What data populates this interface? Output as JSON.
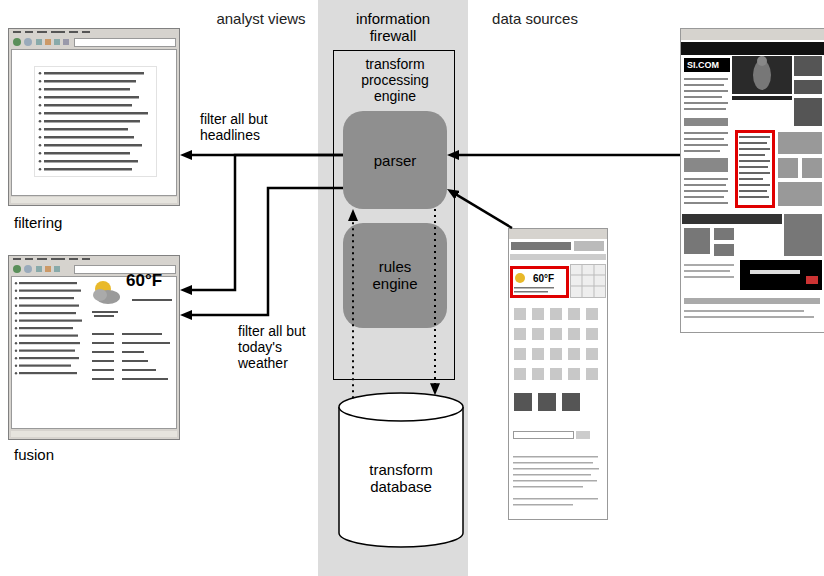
{
  "diagram": {
    "nodes": [
      {
        "text": [
          "information firewall"
        ]
      },
      {
        "text": [
          "transform processing engine"
        ],
        "in": 0
      },
      {
        "text": [
          "parser"
        ],
        "in": 1
      },
      {
        "text": [
          "rules engine"
        ],
        "in": 1
      },
      {
        "text": [
          "transform database"
        ],
        "in": 0
      },
      {
        "text": [
          "filtering"
        ]
      },
      {
        "text": [
          "60°F",
          "fusion"
        ]
      },
      {
        "text": [
          "60°F"
        ]
      },
      {
        "text": [
          "SI.COM"
        ]
      }
    ],
    "edges": [
      {
        "from": 8,
        "to": 2,
        "arrow": "to"
      },
      {
        "from": 7,
        "to": 2,
        "arrow": "to"
      },
      {
        "from": 2,
        "to": 5,
        "arrow": "to",
        "label": "filter all but headlines"
      },
      {
        "from": 2,
        "to": 6,
        "arrow": "to"
      },
      {
        "from": 2,
        "to": 6,
        "arrow": "to",
        "label": "filter all but today's weather"
      },
      {
        "from": 4,
        "to": 2,
        "arrow": "to"
      },
      {
        "from": 2,
        "to": 4,
        "arrow": "to"
      }
    ],
    "labels": [
      "analyst views",
      "data sources"
    ]
  }
}
